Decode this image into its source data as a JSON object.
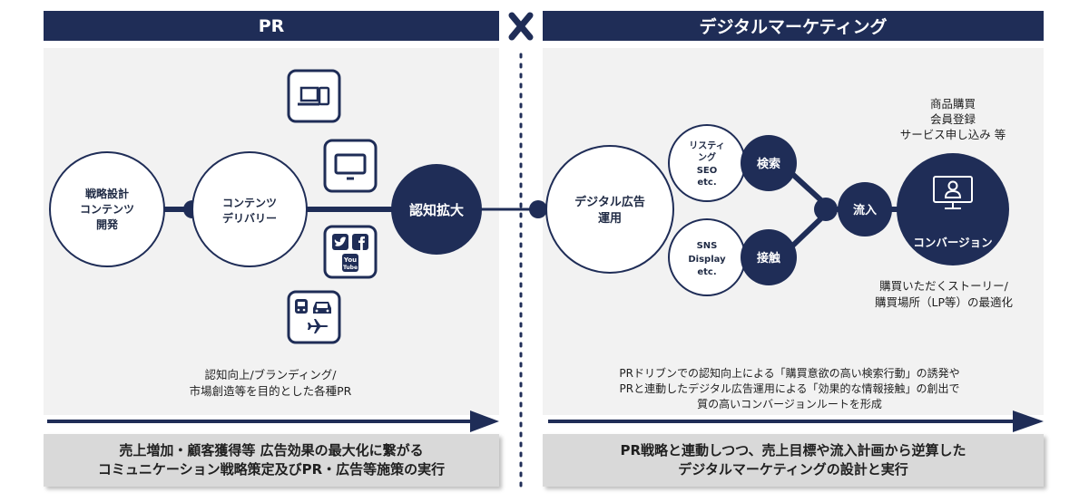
{
  "headers": {
    "pr": "PR",
    "cross": "×",
    "dm": "デジタルマーケティング"
  },
  "pr": {
    "strategy_lines": [
      "戦略設計",
      "コンテンツ",
      "開発"
    ],
    "delivery_lines": [
      "コンテンツ",
      "デリバリー"
    ],
    "awareness": "認知拡大",
    "social_labels": {
      "youtube_top": "You",
      "youtube_bottom": "Tube"
    },
    "description_lines": [
      "認知向上/ブランディング/",
      "市場創造等を目的とした各種PR"
    ]
  },
  "dm": {
    "ads_lines": [
      "デジタル広告",
      "運用"
    ],
    "listing_lines": [
      "リスティ",
      "ング",
      "SEO",
      "etc."
    ],
    "sns_lines": [
      "SNS",
      "Display",
      "etc."
    ],
    "search": "検索",
    "contact": "接触",
    "inflow": "流入",
    "conversion": "コンバージョン",
    "goals_lines": [
      "商品購買",
      "会員登録",
      "サービス申し込み 等"
    ],
    "optimize_lines": [
      "購買いただくストーリー/",
      "購買場所（LP等）の最適化"
    ],
    "description_lines": [
      "PRドリブンでの認知向上による「購買意欲の高い検索行動」の誘発や",
      "PRと連動したデジタル広告運用による「効果的な情報接触」の創出で",
      "質の高いコンバージョンルートを形成"
    ]
  },
  "footers": {
    "pr_lines": [
      "売上増加・顧客獲得等 広告効果の最大化に繋がる",
      "コミュニケーション戦略策定及びPR・広告等施策の実行"
    ],
    "dm_lines": [
      "PR戦略と連動しつつ、売上目標や流入計画から逆算した",
      "デジタルマーケティングの設計と実行"
    ]
  },
  "colors": {
    "navy": "#1f2d57",
    "panel": "#f2f2f2",
    "footer": "#d9d9d9"
  },
  "icons": [
    "device-icon",
    "monitor-icon",
    "twitter-icon",
    "facebook-icon",
    "youtube-icon",
    "train-icon",
    "car-icon",
    "airplane-icon",
    "user-monitor-icon",
    "cross-icon"
  ]
}
